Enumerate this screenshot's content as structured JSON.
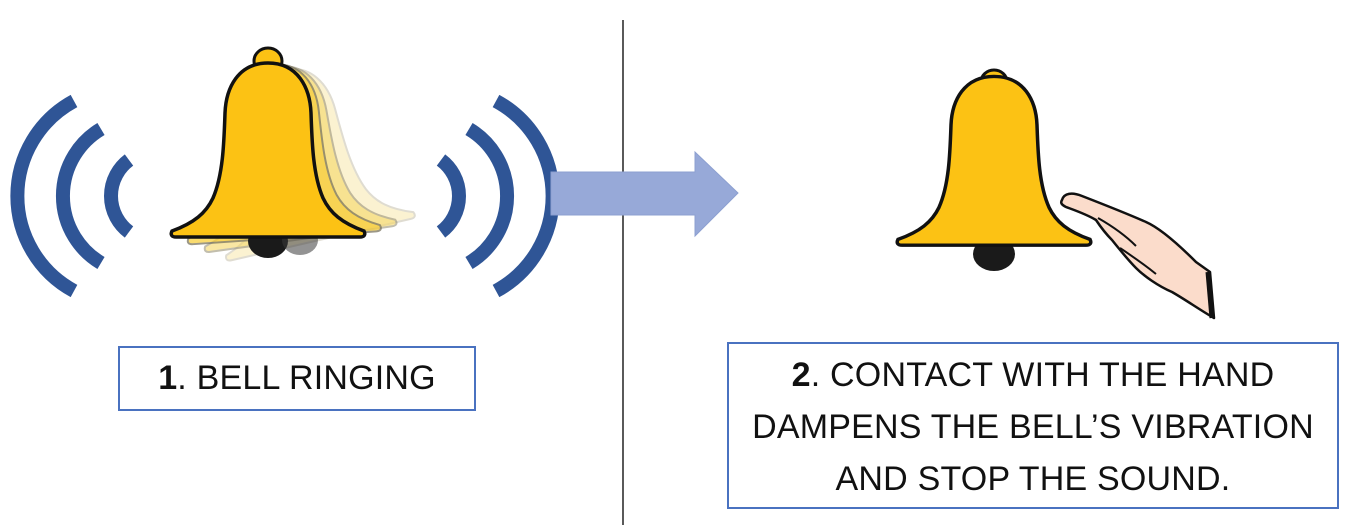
{
  "colors": {
    "bell_fill": "#fcc214",
    "bell_outline": "#111111",
    "bell_ghost": "#f7e39a",
    "clapper": "#1a1a1a",
    "sound_waves": "#2f5596",
    "arrow_fill": "#97a9d8",
    "arrow_stroke": "#8da0d0",
    "divider": "#000000",
    "hand_fill": "#fbdccb",
    "caption_border": "#4a72c0"
  },
  "icons": {
    "left_bell": "ringing-bell-icon",
    "right_bell": "bell-icon",
    "waves": "sound-wave-icon",
    "arrow": "right-arrow-icon",
    "hand": "hand-icon"
  },
  "step1": {
    "number": "1",
    "text": ". BELL RINGING"
  },
  "step2": {
    "number": "2",
    "line1": ". CONTACT WITH THE HAND",
    "line2": "DAMPENS THE BELL’S VIBRATION",
    "line3": "AND STOP THE SOUND."
  }
}
